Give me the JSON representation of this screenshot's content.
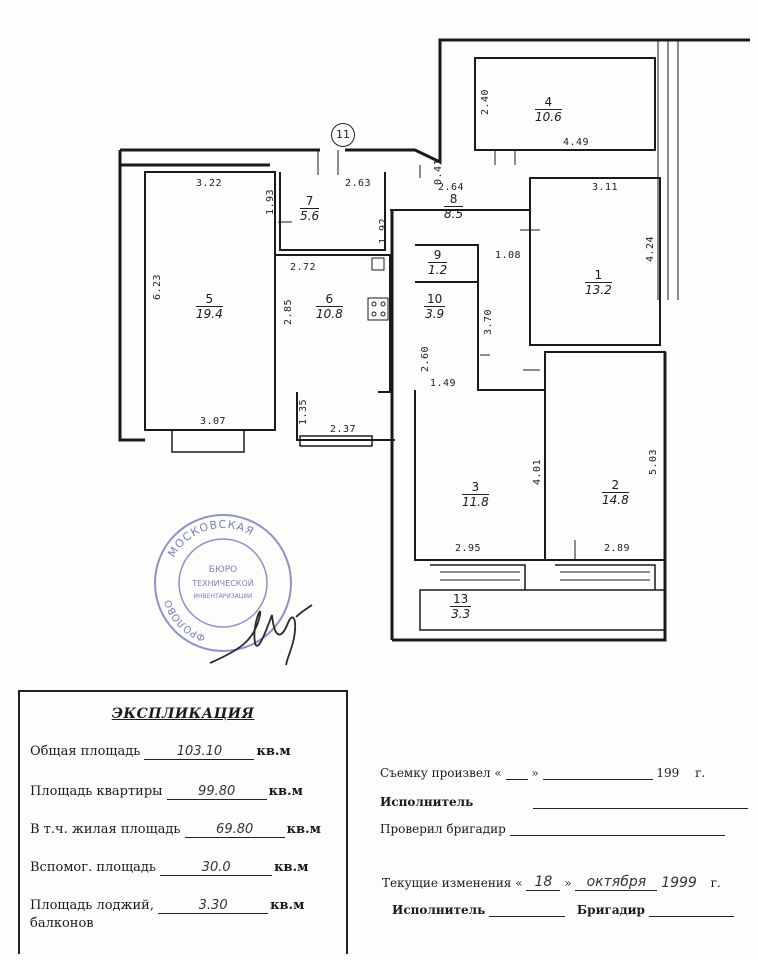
{
  "plan": {
    "axis_mark": "11",
    "rooms": [
      {
        "num": "1",
        "area": "13.2"
      },
      {
        "num": "2",
        "area": "14.8"
      },
      {
        "num": "3",
        "area": "11.8"
      },
      {
        "num": "4",
        "area": "10.6"
      },
      {
        "num": "5",
        "area": "19.4"
      },
      {
        "num": "6",
        "area": "10.8"
      },
      {
        "num": "7",
        "area": "5.6"
      },
      {
        "num": "8",
        "area": "8.5"
      },
      {
        "num": "9",
        "area": "1.2"
      },
      {
        "num": "10",
        "area": "3.9"
      },
      {
        "num": "13",
        "area": "3.3"
      }
    ],
    "dimensions": [
      "3.22",
      "1.93",
      "2.63",
      "0.41",
      "2.64",
      "3.11",
      "6.23",
      "2.72",
      "1.92",
      "2.85",
      "1.08",
      "4.24",
      "2.60",
      "3.70",
      "1.49",
      "1.35",
      "3.07",
      "2.37",
      "4.01",
      "5.03",
      "2.95",
      "2.89",
      "2.40",
      "4.49"
    ]
  },
  "stamp": {
    "ring_text": "МОСКОВСКАЯ",
    "left_text": "ФРОЛОВО",
    "center_line1": "БЮРО",
    "center_line2": "ТЕХНИЧЕСКОЙ",
    "center_line3": "ИНВЕНТАРИЗАЦИИ"
  },
  "explication": {
    "title": "ЭКСПЛИКАЦИЯ",
    "rows": [
      {
        "label": "Общая площадь",
        "value": "103.10",
        "unit": "кв.м"
      },
      {
        "label": "Площадь квартиры",
        "value": "99.80",
        "unit": "кв.м"
      },
      {
        "label": "В т.ч. жилая площадь",
        "value": "69.80",
        "unit": "кв.м"
      },
      {
        "label": "Вспомог. площадь",
        "value": "30.0",
        "unit": "кв.м"
      },
      {
        "label": "Площадь лоджий,",
        "value": "3.30",
        "unit": "кв.м",
        "extra": "балконов"
      }
    ]
  },
  "signatures": {
    "survey_label": "Съемку произвел «",
    "survey_quote_close": "»",
    "survey_year": "199",
    "survey_year_suffix": "г.",
    "performer_label": "Исполнитель",
    "checked_label": "Проверил бригадир",
    "changes_label": "Текущие изменения «",
    "changes_day": "18",
    "changes_quote_close": "»",
    "changes_month": "октября",
    "changes_year": "1999",
    "changes_year_suffix": "г.",
    "performer2_label": "Исполнитель",
    "brigadier_label": "Бригадир"
  }
}
